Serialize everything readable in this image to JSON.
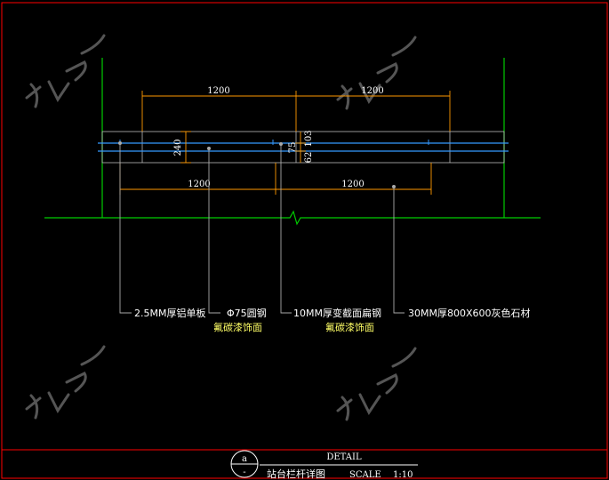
{
  "dimensions": {
    "top_left": "1200",
    "top_right": "1200",
    "bottom_left": "1200",
    "bottom_right": "1200",
    "left_height": "240",
    "mid_upper": "103",
    "mid_center": "75",
    "mid_lower": "62"
  },
  "labels": {
    "aluminium_panel": "2.5MM厚铝单板",
    "round_steel_line1": "Φ75圆钢",
    "round_steel_line2": "氟碳漆饰面",
    "flat_steel_line1": "10MM厚变截面扁钢",
    "flat_steel_line2": "氟碳漆饰面",
    "stone": "30MM厚800X600灰色石材"
  },
  "title_block": {
    "symbol_top": "a",
    "symbol_bottom": "-",
    "detail": "DETAIL",
    "title": "站台栏杆详图",
    "scale_label": "SCALE",
    "scale_value": "1:10"
  },
  "colors": {
    "background": "#000000",
    "wall": "#00cc00",
    "dimension": "#ff9900",
    "rail": "#3399ff",
    "frame": "#ff0000",
    "leader": "#aaaaaa",
    "text": "#ffffff",
    "note": "#ffff66"
  }
}
